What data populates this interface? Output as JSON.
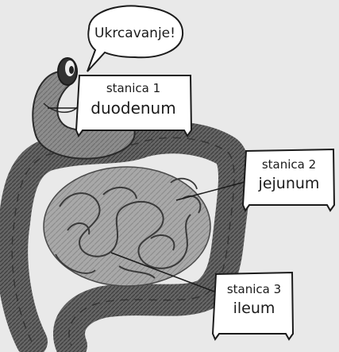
{
  "speech_bubble": {
    "text": "Ukrcavanje!"
  },
  "stations": [
    {
      "station": "stanica 1",
      "name": "duodenum"
    },
    {
      "station": "stanica 2",
      "name": "jejunum"
    },
    {
      "station": "stanica 3",
      "name": "ileum"
    }
  ],
  "colors": {
    "background": "#e9e9e9",
    "intestine": "#8f8f8f",
    "intestine_dark": "#5a5a5a",
    "sign": "#ffffff",
    "outline": "#1b1b1b"
  }
}
